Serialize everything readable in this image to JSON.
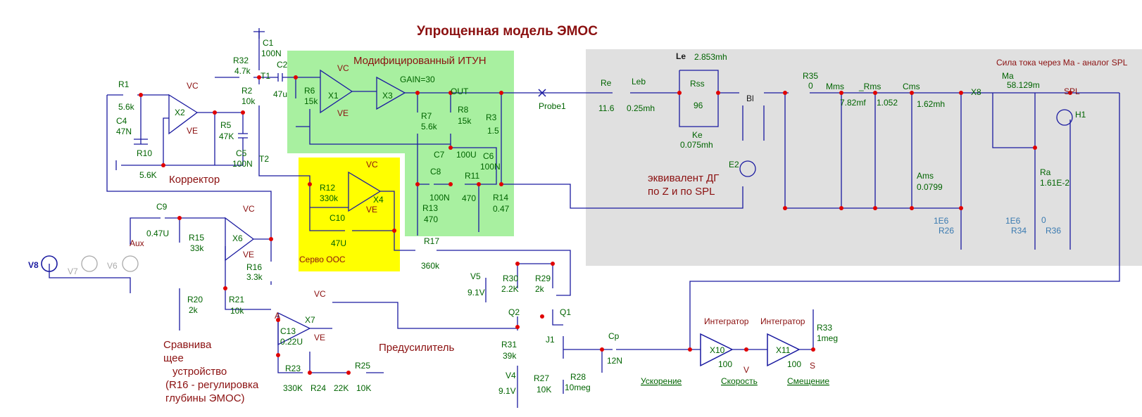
{
  "title": "Упрощенная модель ЭМОС",
  "regions": {
    "itun": "Модифицированный ИТУН",
    "servo": "Серво ООС",
    "corrector": "Корректор",
    "comparator": [
      "Сравнива",
      "щее",
      "устройство",
      "(R16 - регулировка",
      "глубины ЭМОС)"
    ],
    "preamp": "Предусилитель",
    "equivalent": [
      "эквивалент ДГ",
      "по Z и по SPL"
    ],
    "current_note": "Сила тока через Ма - аналог SPL",
    "integrator1": "Интегратор",
    "integrator2": "Интегратор"
  },
  "components": {
    "r1": [
      "R1",
      "5.6k"
    ],
    "c4": [
      "C4",
      "47N"
    ],
    "r10": [
      "R10",
      "5.6K"
    ],
    "x2": "X2",
    "r5": [
      "R5",
      "47K"
    ],
    "c5": [
      "C5",
      "100N"
    ],
    "r32": [
      "R32",
      "4.7k"
    ],
    "c1": [
      "C1",
      "100N"
    ],
    "c2": [
      "C2",
      "47u"
    ],
    "r2": [
      "R2",
      "10k"
    ],
    "r6": [
      "R6",
      "15k"
    ],
    "x1": "X1",
    "x3": "X3",
    "gain": "GAIN=30",
    "out": "OUT",
    "r7": [
      "R7",
      "5.6k"
    ],
    "r8": [
      "R8",
      "15k"
    ],
    "r3": [
      "R3",
      "1.5"
    ],
    "c7": [
      "C7",
      "100U"
    ],
    "c6": [
      "C6",
      "100N"
    ],
    "c8": [
      "C8",
      "100N"
    ],
    "r11": [
      "R11",
      "470"
    ],
    "r13": [
      "R13",
      "470"
    ],
    "r14": [
      "R14",
      "0.47"
    ],
    "r12": [
      "R12",
      "330k"
    ],
    "x4": "X4",
    "c10": [
      "C10",
      "47U"
    ],
    "r17": [
      "R17",
      "360k"
    ],
    "t1": "T1",
    "t2": "T2",
    "c9": [
      "C9",
      "0.47U"
    ],
    "r15": [
      "R15",
      "33k"
    ],
    "x6": "X6",
    "r16": [
      "R16",
      "3.3k"
    ],
    "aux": "Aux",
    "v8": "V8",
    "v7": "V7",
    "v6": "V6",
    "r20": [
      "R20",
      "2k"
    ],
    "r21": [
      "R21",
      "10k"
    ],
    "a": "A",
    "x7": "X7",
    "c13": [
      "C13",
      "0.22U"
    ],
    "r23": [
      "R23",
      "330K"
    ],
    "r24": [
      "R24",
      "22K"
    ],
    "r25": [
      "R25",
      "10K"
    ],
    "v5": [
      "V5",
      "9.1V"
    ],
    "r30": [
      "R30",
      "2.2K"
    ],
    "r29": [
      "R29",
      "2k"
    ],
    "q2": "Q2",
    "q1": "Q1",
    "j1": "J1",
    "r31": [
      "R31",
      "39k"
    ],
    "v4": [
      "V4",
      "9.1V"
    ],
    "r27": [
      "R27",
      "10K"
    ],
    "r28": [
      "R28",
      "10meg"
    ],
    "cp": [
      "Cp",
      "12N"
    ],
    "probe1": "Probe1",
    "re": [
      "Re",
      "11.6"
    ],
    "leb": [
      "Leb",
      "0.25mh"
    ],
    "le": [
      "Le",
      "2.853mh"
    ],
    "rss": [
      "Rss",
      "96"
    ],
    "ke": [
      "Ke",
      "0.075mh"
    ],
    "bl": "Bl",
    "e2": "E2",
    "r35": [
      "R35",
      "0"
    ],
    "mms": [
      "Mms",
      "7.82mf"
    ],
    "rms": [
      "_Rms",
      "1.052"
    ],
    "cms": [
      "Cms",
      "1.62mh"
    ],
    "ams": [
      "Ams",
      "0.0799"
    ],
    "x8": "X8",
    "ma": [
      "Ma",
      "58.129m"
    ],
    "spl": "SPL",
    "h1": "H1",
    "ra": [
      "Ra",
      "1.61E-2"
    ],
    "r26": [
      "1E6",
      "R26"
    ],
    "r34": [
      "1E6",
      "0",
      "R34"
    ],
    "r36": "R36",
    "x10": [
      "X10",
      "100"
    ],
    "x11": [
      "X11",
      "100"
    ],
    "r33": [
      "R33",
      "1meg"
    ],
    "v": "V",
    "s": "S",
    "vc": "VC",
    "ve": "VE"
  },
  "probes": {
    "accel": "Ускорение",
    "velocity": "Скорость",
    "displacement": "Смещение"
  },
  "colors": {
    "itun_bg": "#a8f0a0",
    "servo_bg": "#ffff00",
    "model_bg": "#e0e0e0",
    "wire": "#1a1aa0",
    "node": "#e00000",
    "label": "#006400",
    "annotation": "#8b1010"
  }
}
